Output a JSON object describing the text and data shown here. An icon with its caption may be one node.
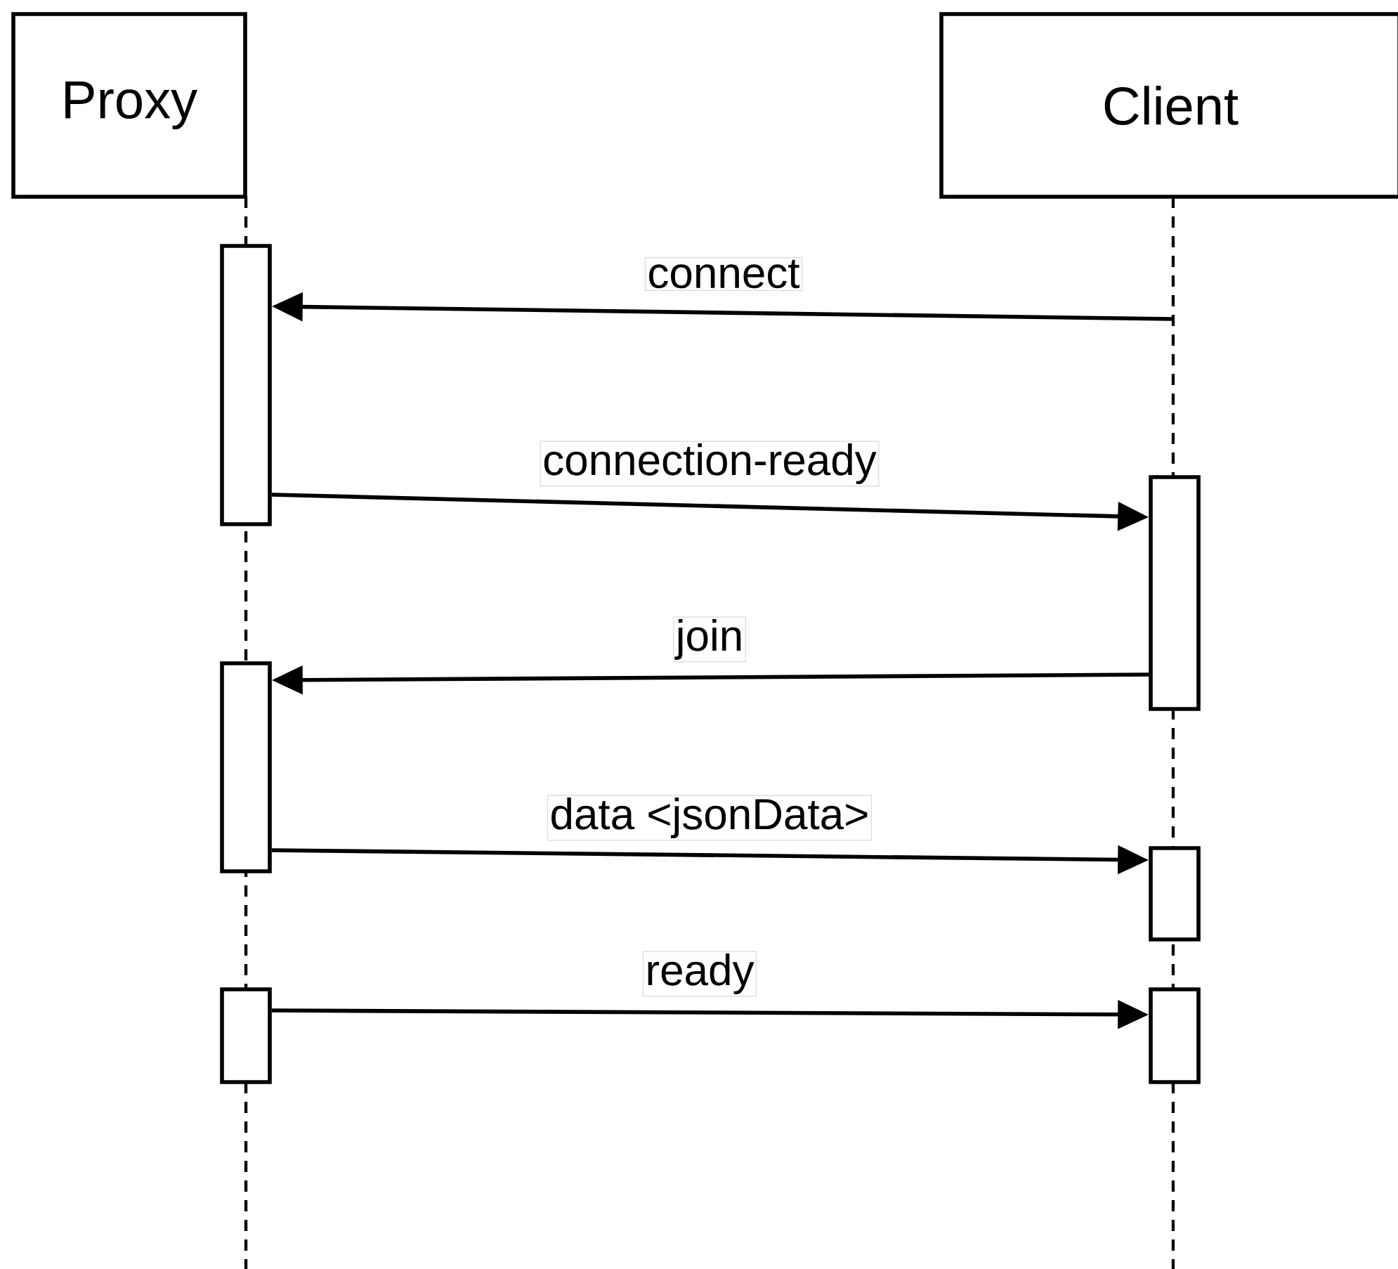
{
  "diagram": {
    "nodes": [
      {
        "text": [
          "Proxy"
        ]
      },
      {
        "text": [
          "Client"
        ]
      },
      {
        "text": [],
        "shape": "box"
      },
      {
        "text": [],
        "shape": "box"
      },
      {
        "text": [],
        "shape": "box"
      },
      {
        "text": [],
        "shape": "box"
      },
      {
        "text": [],
        "shape": "box"
      },
      {
        "text": [],
        "shape": "box"
      }
    ],
    "edges": [
      {
        "from": null,
        "to": 2,
        "arrow": "to",
        "label": "connect"
      },
      {
        "from": 2,
        "to": 3,
        "arrow": "to",
        "label": "connection-ready"
      },
      {
        "from": 3,
        "to": 4,
        "arrow": "to",
        "label": "join"
      },
      {
        "from": 4,
        "to": 5,
        "arrow": "to",
        "label": "data <jsonData>"
      },
      {
        "from": 6,
        "to": 7,
        "arrow": "to",
        "label": "ready"
      }
    ]
  }
}
